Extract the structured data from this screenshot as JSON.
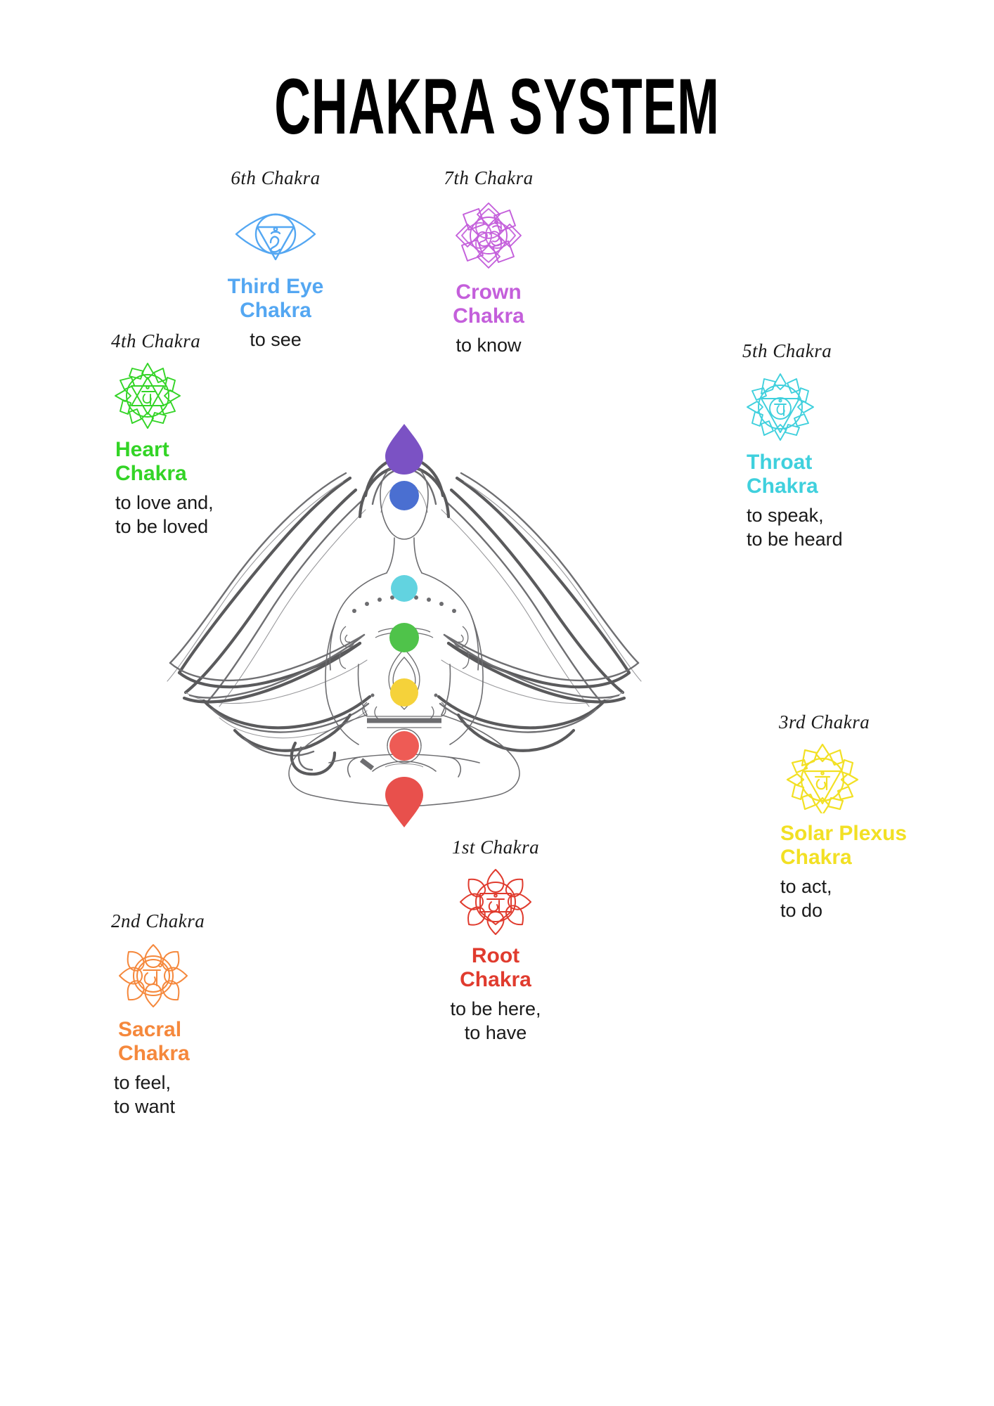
{
  "title": "CHAKRA SYSTEM",
  "colors": {
    "crown": "#C45FDB",
    "third_eye": "#54A7F2",
    "throat": "#3FD0DD",
    "heart": "#33D426",
    "solar_plexus": "#F2E024",
    "sacral": "#F5883C",
    "root": "#E03B2E",
    "text": "#1a1a1a",
    "hair": "#5a5a5c"
  },
  "chakras": [
    {
      "id": "third-eye",
      "ordinal": "6th Chakra",
      "name": "Third Eye\nChakra",
      "desc": "to see",
      "color": "#54A7F2",
      "symbol": "third-eye-chakra-symbol"
    },
    {
      "id": "crown",
      "ordinal": "7th Chakra",
      "name": "Crown\nChakra",
      "desc": "to know",
      "color": "#C45FDB",
      "symbol": "crown-chakra-symbol"
    },
    {
      "id": "heart",
      "ordinal": "4th Chakra",
      "name": "Heart\nChakra",
      "desc": "to love and,\nto be loved",
      "color": "#33D426",
      "symbol": "heart-chakra-symbol"
    },
    {
      "id": "throat",
      "ordinal": "5th Chakra",
      "name": "Throat\nChakra",
      "desc": "to speak,\nto be heard",
      "color": "#3FD0DD",
      "symbol": "throat-chakra-symbol"
    },
    {
      "id": "sacral",
      "ordinal": "2nd Chakra",
      "name": "Sacral\nChakra",
      "desc": "to feel,\nto want",
      "color": "#F5883C",
      "symbol": "sacral-chakra-symbol"
    },
    {
      "id": "solar-plexus",
      "ordinal": "3rd Chakra",
      "name": "Solar Plexus\nChakra",
      "desc": "to act,\nto do",
      "color": "#F2E024",
      "symbol": "solar-plexus-chakra-symbol"
    },
    {
      "id": "root",
      "ordinal": "1st Chakra",
      "name": "Root\nChakra",
      "desc": "to be here,\nto have",
      "color": "#E03B2E",
      "symbol": "root-chakra-symbol"
    }
  ],
  "figure": {
    "description": "meditating woman in lotus pose with flowing hair",
    "chakra_points": [
      {
        "name": "crown-point",
        "color": "#7B52C4",
        "shape": "teardrop"
      },
      {
        "name": "third-eye-point",
        "color": "#4A6FD1",
        "shape": "circle"
      },
      {
        "name": "throat-point",
        "color": "#62D3E0",
        "shape": "circle"
      },
      {
        "name": "heart-point",
        "color": "#4FC34A",
        "shape": "circle"
      },
      {
        "name": "solar-plexus-point",
        "color": "#F5D23A",
        "shape": "circle"
      },
      {
        "name": "sacral-point",
        "color": "#EE5B55",
        "shape": "circle"
      },
      {
        "name": "root-point",
        "color": "#E8504C",
        "shape": "teardrop"
      }
    ]
  }
}
